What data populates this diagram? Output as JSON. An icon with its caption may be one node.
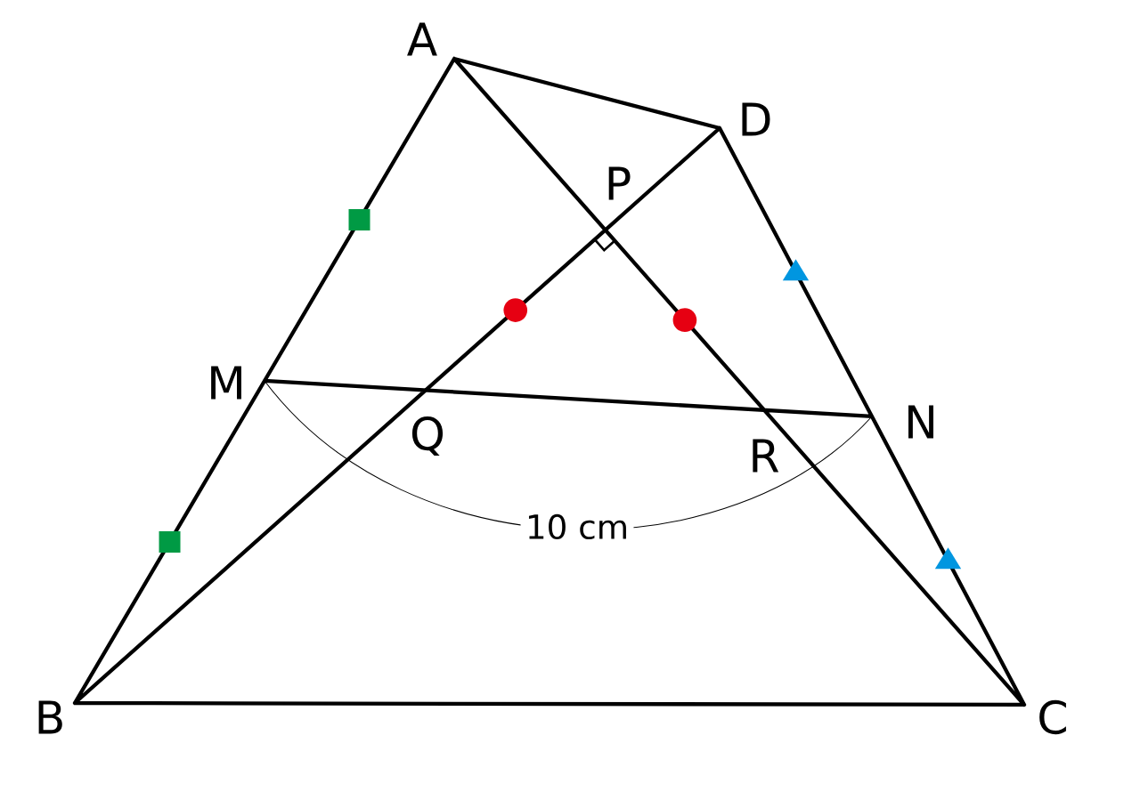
{
  "diagram": {
    "labels": [
      "A",
      "D",
      "P",
      "M",
      "Q",
      "N",
      "R",
      "10 cm",
      "B",
      "C"
    ]
  }
}
